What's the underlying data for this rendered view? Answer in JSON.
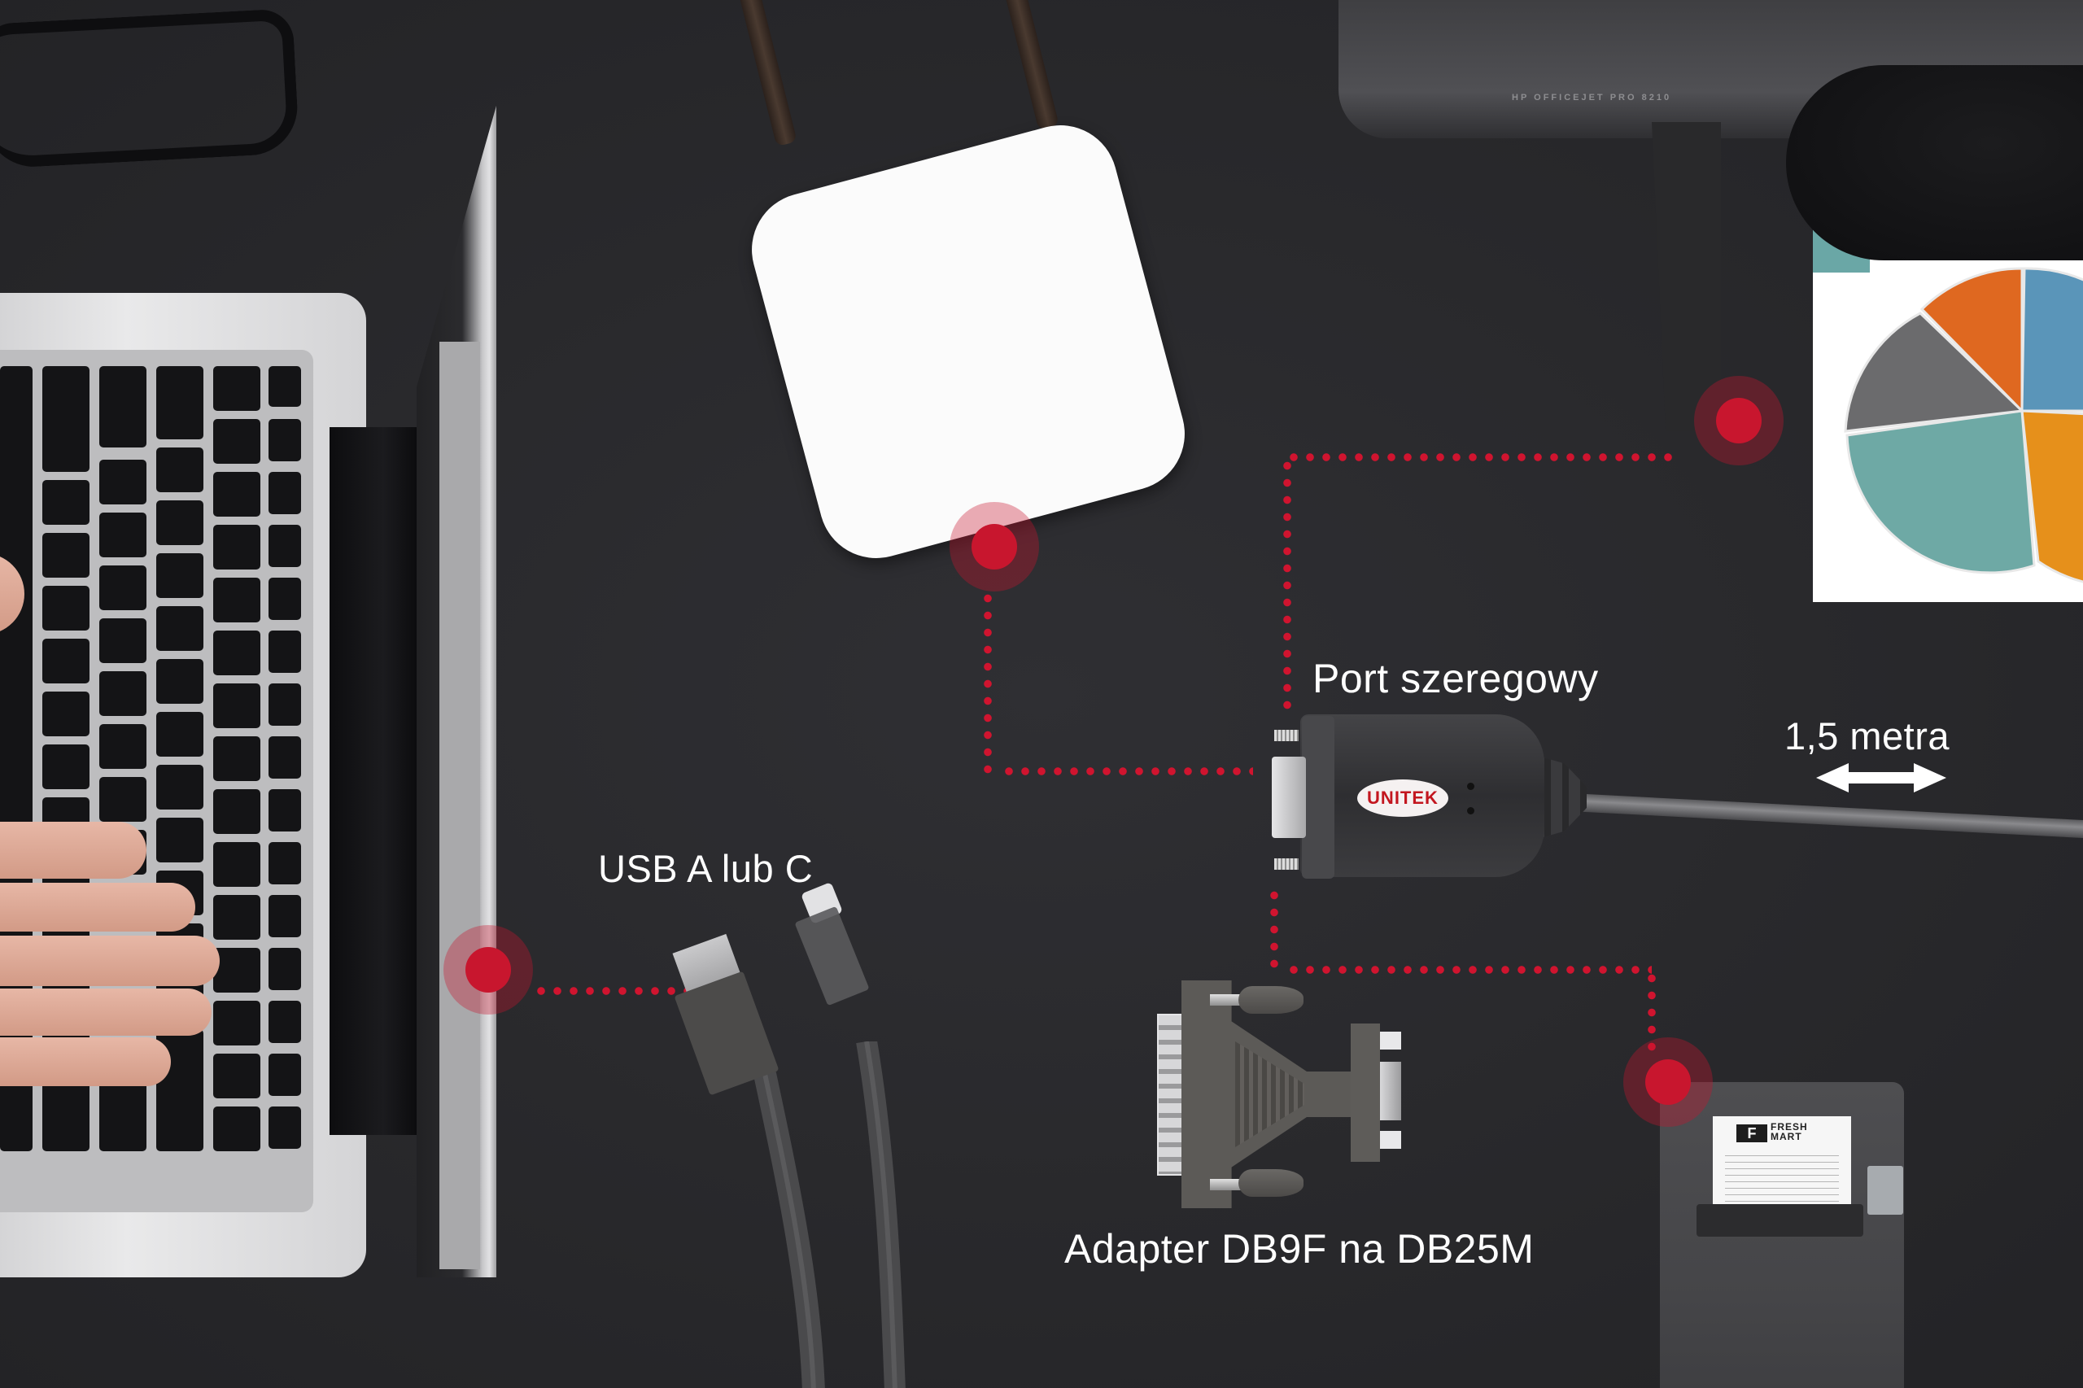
{
  "product": {
    "brand_logo": "UNITEK",
    "colors": {
      "background": "#2a2a2d",
      "accent_red": "#c8162e",
      "label_text": "#ffffff"
    }
  },
  "labels": {
    "serial_port": "Port szeregowy",
    "cable_length": "1,5 metra",
    "usb_type": "USB A lub C",
    "adapter": "Adapter DB9F na DB25M"
  },
  "receipt": {
    "logo_letter": "F",
    "brand_line1": "FRESH",
    "brand_line2": "MART"
  },
  "icons": {
    "connection_marker": "red-pulse-dot",
    "length_arrow": "double-arrow"
  },
  "devices": [
    {
      "name": "laptop"
    },
    {
      "name": "wifi-router"
    },
    {
      "name": "office-printer"
    },
    {
      "name": "receipt-printer"
    },
    {
      "name": "usb-serial-adapter"
    },
    {
      "name": "db9-db25-adapter"
    },
    {
      "name": "usb-a-plug"
    },
    {
      "name": "usb-c-plug"
    }
  ]
}
